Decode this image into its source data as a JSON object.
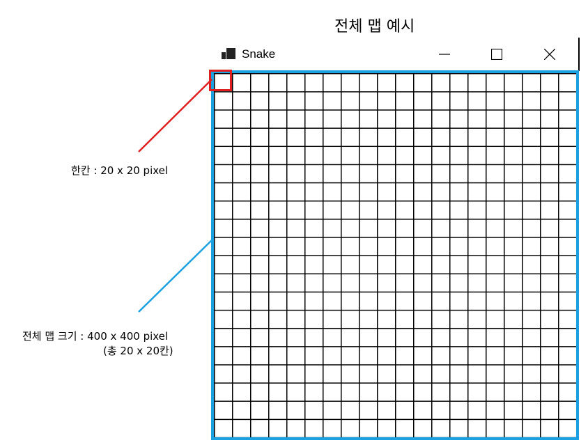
{
  "page": {
    "title": "전체 맵 예시"
  },
  "window": {
    "title": "Snake",
    "icon": "app-window-icon",
    "controls": {
      "minimize_icon": "minimize-icon",
      "maximize_icon": "maximize-icon",
      "close_icon": "close-icon"
    }
  },
  "map": {
    "rows": 20,
    "columns": 20,
    "grid_color": "#000000",
    "border_color": "#1ba1e2"
  },
  "annotations": {
    "cell": {
      "text": "한칸 : 20 x 20 pixel",
      "color": "#e02020"
    },
    "map_size": {
      "line1": "전체 맵 크기 : 400 x 400 pixel",
      "line2": "(총 20 x 20칸)",
      "color": "#1ba1e2"
    }
  }
}
